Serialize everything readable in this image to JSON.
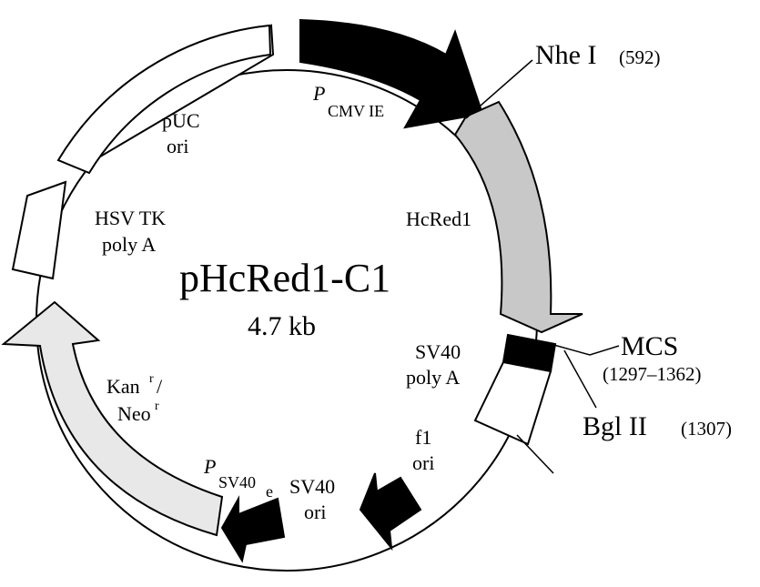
{
  "plasmid": {
    "name": "pHcRed1-C1",
    "size": "4.7 kb"
  },
  "features": {
    "pcmv": {
      "p": "P",
      "sub": "CMV IE"
    },
    "hcred1": "HcRed1",
    "sv40polya": {
      "line1": "SV40",
      "line2": "poly A"
    },
    "f1ori": {
      "line1": "f1",
      "line2": "ori"
    },
    "psv40e": {
      "p": "P",
      "sub": "SV40",
      "sub2": "e"
    },
    "sv40ori": {
      "line1": "SV40",
      "line2": "ori"
    },
    "p_single": "P",
    "kanneo": {
      "kan": "Kan",
      "kan_sup": "r",
      "slash": "/",
      "neo": "Neo",
      "neo_sup": "r"
    },
    "hsvtk": {
      "line1": "HSV TK",
      "line2": "poly A"
    },
    "puc": {
      "line1": "pUC",
      "line2": "ori"
    }
  },
  "sites": {
    "nhe1": {
      "name": "Nhe I",
      "pos": "(592)"
    },
    "mcs": {
      "name": "MCS",
      "pos": "(1297–1362)"
    },
    "bgl2": {
      "name": "Bgl II",
      "pos": "(1307)"
    }
  },
  "colors": {
    "promoter": "#000000",
    "hcred1": "#c8c8c8",
    "kan_neo": "#e8e8e8",
    "open_box": "#ffffff",
    "line": "#000000"
  }
}
